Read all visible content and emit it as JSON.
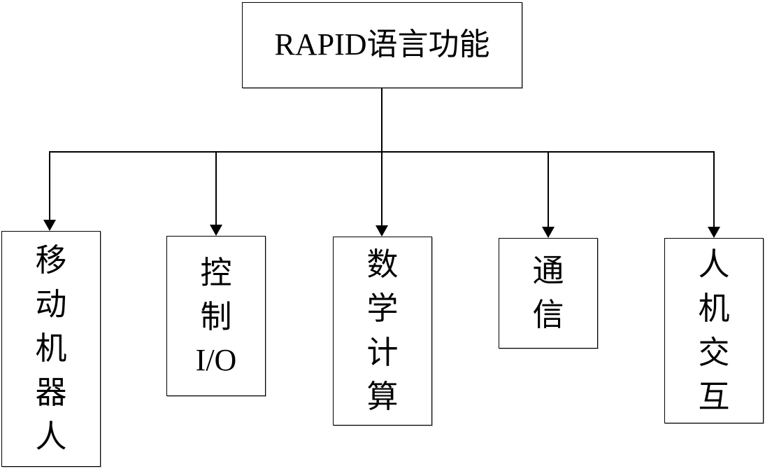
{
  "diagram": {
    "title": "RAPID语言功能",
    "root": {
      "label": "RAPID语言功能"
    },
    "children": [
      {
        "id": "mobile-robot",
        "lines": [
          "移",
          "动",
          "机",
          "器",
          "人"
        ],
        "text": "移动机器人"
      },
      {
        "id": "control-io",
        "lines": [
          "控",
          "制",
          "I/O"
        ],
        "text": "控制I/O"
      },
      {
        "id": "math-calculation",
        "lines": [
          "数",
          "学",
          "计",
          "算"
        ],
        "text": "数学计算"
      },
      {
        "id": "communication",
        "lines": [
          "通",
          "信"
        ],
        "text": "通信"
      },
      {
        "id": "human-machine-interaction",
        "lines": [
          "人",
          "机",
          "交",
          "互"
        ],
        "text": "人机交互"
      }
    ],
    "colors": {
      "line": "#000000",
      "border": "#000000",
      "shadow": "#b5b5b5",
      "background": "#ffffff"
    }
  }
}
